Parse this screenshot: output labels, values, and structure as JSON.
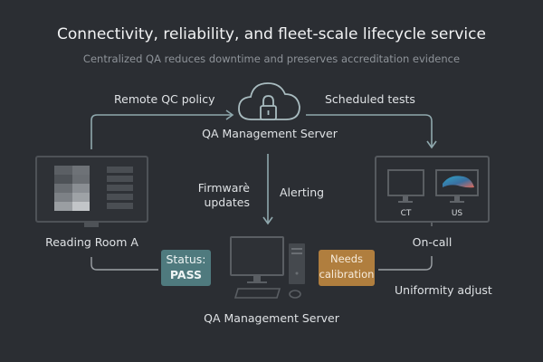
{
  "header": {
    "title": "Connectivity, reliability, and fleet-scale lifecycle service",
    "subtitle": "Centralized QA reduces downtime and preserves accreditation evidence"
  },
  "nodes": {
    "cloud_server": {
      "label": "QA Management Server",
      "icon": "cloud-lock-icon"
    },
    "reading_room": {
      "label": "Reading Room A",
      "icon": "monitor-icon"
    },
    "on_call": {
      "label": "On-call",
      "monitors": [
        "CT",
        "US"
      ],
      "icon": "dual-monitor-icon"
    },
    "local_server": {
      "label": "QA Management Server",
      "icon": "desktop-computer-icon"
    }
  },
  "edges": {
    "remote_qc": "Remote QC policy",
    "scheduled_tests": "Scheduled tests",
    "firmware_line1": "Firmwarè",
    "firmware_line2": "updates",
    "alerting": "Alerting",
    "uniformity": "Uniformity adjust"
  },
  "badges": {
    "pass_line1": "Status:",
    "pass_line2": "PASS",
    "calib_line1": "Needs",
    "calib_line2": "calibration"
  },
  "colors": {
    "background": "#2b2e33",
    "line": "#8fa8ad",
    "pass": "#4f7a7e",
    "calibration": "#b07e3e"
  }
}
